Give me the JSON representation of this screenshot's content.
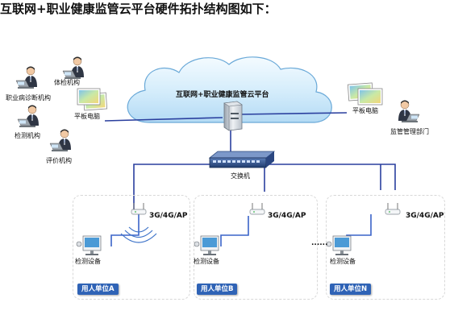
{
  "title": "互联网+职业健康监管云平台硬件拓扑结构图如下：",
  "cloud_label": "互联网+职业健康监管云平台",
  "tablet_left_label": "平板电脑",
  "tablet_right_label": "平板电脑",
  "supervisor_label": "监管管理部门",
  "users": [
    "体检机构",
    "职业病诊断机构",
    "检测机构",
    "评价机构"
  ],
  "switch_label": "交换机",
  "ap_label": "3G/4G/AP",
  "device_label": "检测设备",
  "ellipsis": "......",
  "units": [
    "用人单位A",
    "用人单位B",
    "用人单位N"
  ]
}
